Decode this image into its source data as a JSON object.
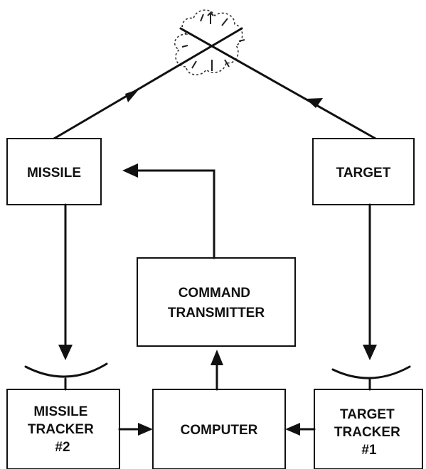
{
  "diagram": {
    "boxes": {
      "missile": {
        "label_lines": [
          "MISSILE"
        ]
      },
      "target": {
        "label_lines": [
          "TARGET"
        ]
      },
      "command_transmitter": {
        "label_lines": [
          "COMMAND",
          "TRANSMITTER"
        ]
      },
      "missile_tracker": {
        "label_lines": [
          "MISSILE",
          "TRACKER",
          "#2"
        ]
      },
      "computer": {
        "label_lines": [
          "COMPUTER"
        ]
      },
      "target_tracker": {
        "label_lines": [
          "TARGET",
          "TRACKER",
          "#1"
        ]
      }
    }
  }
}
